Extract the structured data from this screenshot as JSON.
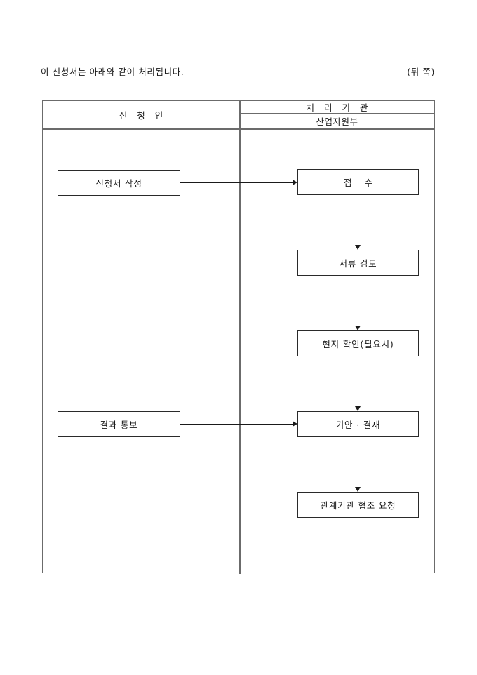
{
  "header": {
    "note": "이 신청서는 아래와 같이 처리됩니다.",
    "page_side": "(뒤 쪽)"
  },
  "table": {
    "columns": [
      {
        "id": "applicant",
        "title": "신 청 인"
      },
      {
        "id": "agency",
        "title": "처 리 기 관",
        "subtitle": "산업자원부"
      }
    ]
  },
  "flow": {
    "applicant_steps": [
      {
        "id": "write",
        "label": "신청서 작성"
      },
      {
        "id": "notify",
        "label": "결과 통보"
      }
    ],
    "agency_steps": [
      {
        "id": "receive",
        "label": "접 수"
      },
      {
        "id": "review",
        "label": "서류 검토"
      },
      {
        "id": "onsite",
        "label": "현지 확인(필요시)"
      },
      {
        "id": "draft",
        "label": "기안 · 결재"
      },
      {
        "id": "coop",
        "label": "관계기관 협조 요청"
      }
    ],
    "connectors": [
      {
        "id": "write-to-receive",
        "from": "write",
        "to": "receive",
        "direction": "right"
      },
      {
        "id": "receive-to-review",
        "from": "receive",
        "to": "review",
        "direction": "down"
      },
      {
        "id": "review-to-onsite",
        "from": "review",
        "to": "onsite",
        "direction": "down"
      },
      {
        "id": "onsite-to-draft",
        "from": "onsite",
        "to": "draft",
        "direction": "down"
      },
      {
        "id": "notify-to-draft",
        "from": "notify",
        "to": "draft",
        "direction": "right"
      },
      {
        "id": "draft-to-coop",
        "from": "draft",
        "to": "coop",
        "direction": "down"
      }
    ]
  },
  "colors": {
    "table_border": "#6b6b6b",
    "box_border": "#2a2a2a",
    "connector": "#1a1a1a",
    "text": "#1a1a1a",
    "background": "#ffffff"
  }
}
